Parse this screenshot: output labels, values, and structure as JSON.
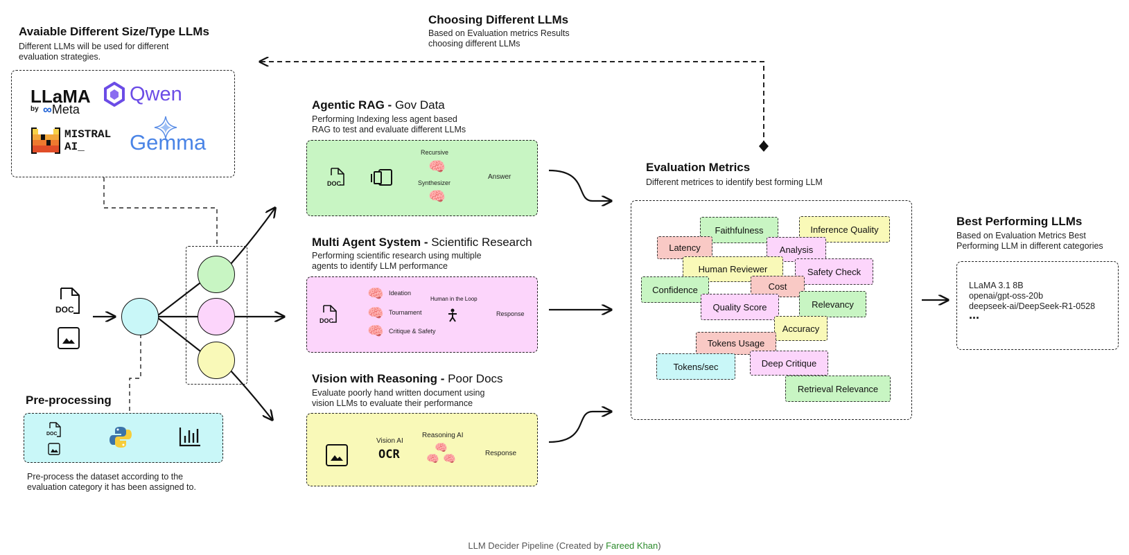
{
  "available": {
    "title": "Avaiable Different Size/Type LLMs",
    "desc_line1": "Different LLMs will be used for different",
    "desc_line2": "evaluation strategies.",
    "logos": {
      "llama": "LLaMA",
      "llama_by": "by",
      "llama_meta": "Meta",
      "qwen": "Qwen",
      "mistral_line1": "MISTRAL",
      "mistral_line2": "AI_",
      "gemma": "Gemma"
    }
  },
  "choosing": {
    "title": "Choosing Different LLMs",
    "desc_line1": "Based on Evaluation metrics Results",
    "desc_line2": "choosing different LLMs"
  },
  "input": {
    "doc_label": "DOC"
  },
  "preprocessing": {
    "title": "Pre-processing",
    "doc_label": "DOC",
    "desc_line1": "Pre-process the dataset according to the",
    "desc_line2": "evaluation category it has been assigned to."
  },
  "agentic_rag": {
    "title_bold": "Agentic RAG - ",
    "title_thin": "Gov Data",
    "desc_line1": "Performing Indexing less agent based",
    "desc_line2": "RAG to test and evaluate different LLMs",
    "doc_label": "DOC",
    "recursive": "Recursive",
    "synthesizer": "Synthesizer",
    "answer": "Answer"
  },
  "multi_agent": {
    "title_bold": "Multi Agent System - ",
    "title_thin": "Scientific Research",
    "desc_line1": "Performing scientific research using multiple",
    "desc_line2": "agents to identify LLM performance",
    "doc_label": "DOC",
    "ideation": "Ideation",
    "tournament": "Tournament",
    "critique": "Critique & Safety",
    "human_loop": "Human in the Loop",
    "response": "Response"
  },
  "vision": {
    "title_bold": "Vision with Reasoning - ",
    "title_thin": "Poor Docs",
    "desc_line1": "Evaluate poorly hand written document using",
    "desc_line2": "vision LLMs to evaluate their performance",
    "vision_ai": "Vision AI",
    "ocr": "OCR",
    "reasoning_ai": "Reasoning AI",
    "response": "Response"
  },
  "evaluation": {
    "title": "Evaluation Metrics",
    "desc": "Different metrices to identify best forming LLM",
    "metrics": [
      {
        "label": "Faithfulness",
        "color": "#c8f5c3"
      },
      {
        "label": "Inference Quality",
        "color": "#f9f9b8"
      },
      {
        "label": "Latency",
        "color": "#f9c9c5"
      },
      {
        "label": "Analysis",
        "color": "#fcd5fb"
      },
      {
        "label": "Human Reviewer",
        "color": "#f9f9b8"
      },
      {
        "label": "Safety Check",
        "color": "#fcd5fb"
      },
      {
        "label": "Confidence",
        "color": "#c8f5c3"
      },
      {
        "label": "Cost",
        "color": "#f9c9c5"
      },
      {
        "label": "Quality Score",
        "color": "#fcd5fb"
      },
      {
        "label": "Relevancy",
        "color": "#c8f5c3"
      },
      {
        "label": "Accuracy",
        "color": "#f9f9b8"
      },
      {
        "label": "Tokens Usage",
        "color": "#f9c9c5"
      },
      {
        "label": "Tokens/sec",
        "color": "#c9f7f8"
      },
      {
        "label": "Deep Critique",
        "color": "#fcd5fb"
      },
      {
        "label": "Retrieval Relevance",
        "color": "#c8f5c3"
      }
    ]
  },
  "best": {
    "title": "Best Performing LLMs",
    "desc_line1": "Based on Evaluation Metrics Best",
    "desc_line2": "Performing LLM in different categories",
    "models": [
      "LLaMA 3.1 8B",
      "openai/gpt-oss-20b",
      "deepseek-ai/DeepSeek-R1-0528"
    ],
    "ellipsis": "..."
  },
  "footer": {
    "prefix": "LLM Decider Pipeline (Created by ",
    "author": "Fareed Khan",
    "suffix": ")",
    "author_color": "#2a8a2a"
  },
  "colors": {
    "green": "#c8f5c3",
    "pink": "#fcd5fb",
    "yellow": "#f9f9b8",
    "cyan": "#c9f7f8",
    "red": "#f9c9c5"
  }
}
